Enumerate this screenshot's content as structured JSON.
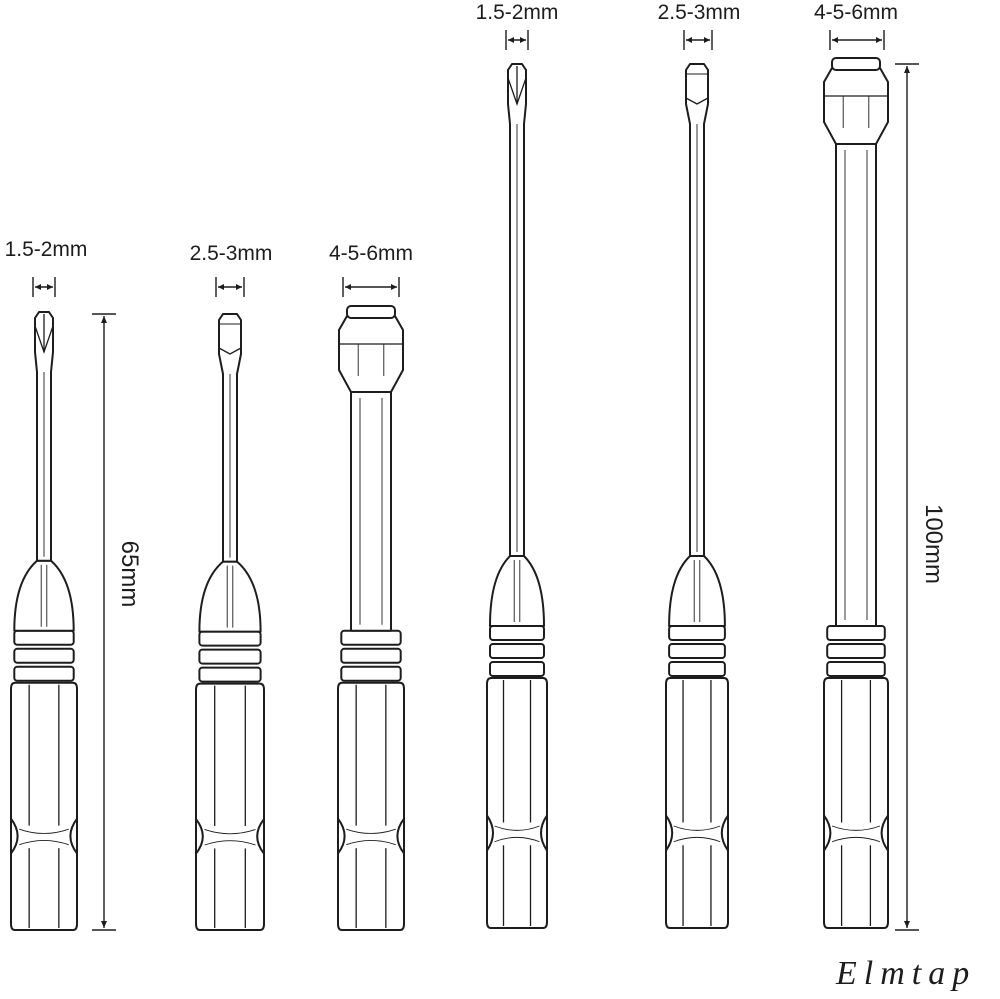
{
  "bits": [
    {
      "size_label": "1.5-2mm",
      "tip": "cross"
    },
    {
      "size_label": "2.5-3mm",
      "tip": "hex"
    },
    {
      "size_label": "4-5-6mm",
      "tip": "socket"
    },
    {
      "size_label": "1.5-2mm",
      "tip": "cross"
    },
    {
      "size_label": "2.5-3mm",
      "tip": "hex"
    },
    {
      "size_label": "4-5-6mm",
      "tip": "socket"
    }
  ],
  "dimensions": {
    "short_length": "65mm",
    "long_length": "100mm"
  },
  "brand": "Elmtap",
  "colors": {
    "line": "#1d1d1d",
    "background": "#ffffff"
  }
}
